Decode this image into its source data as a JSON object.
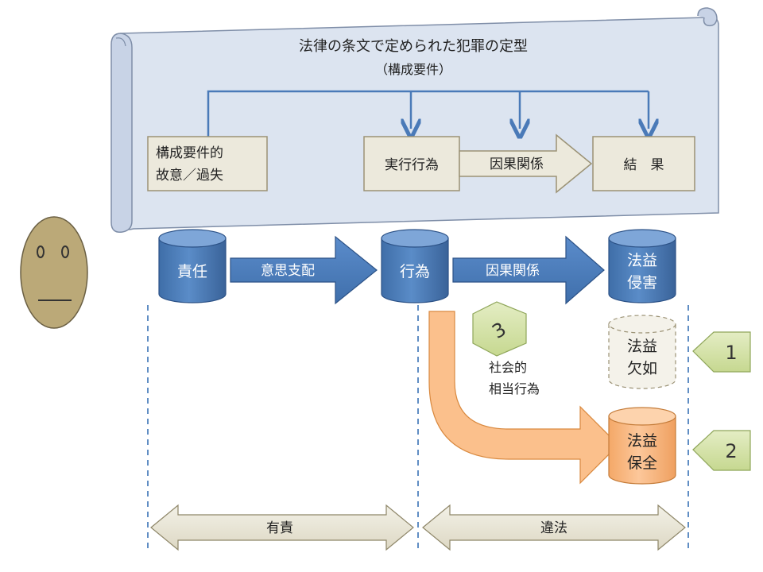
{
  "scroll": {
    "title": "法律の条文で定められた犯罪の定型",
    "subtitle": "（構成要件）",
    "intent_box": {
      "line1": "構成要件的",
      "line2": "故意／過失"
    },
    "act_box": "実行行為",
    "causation_label": "因果関係",
    "result_box": "結　果"
  },
  "main_flow": {
    "responsibility": "責任",
    "will_control": "意思支配",
    "act": "行為",
    "causation": "因果関係",
    "harm": {
      "line1": "法益",
      "line2": "侵害"
    }
  },
  "lacking": {
    "line1": "法益",
    "line2": "欠如"
  },
  "preserved": {
    "line1": "法益",
    "line2": "保全"
  },
  "social_adequacy": {
    "badge": "3",
    "line1": "社会的",
    "line2": "相当行為"
  },
  "markers": {
    "one": "1",
    "two": "2"
  },
  "bottom": {
    "culpability": "有責",
    "illegality": "違法"
  },
  "colors": {
    "scroll_fill": "#dce4f0",
    "blue": "#4f81bd",
    "blue_dark": "#2c5287",
    "beige": "#ece9dc",
    "beige_border": "#9b9275",
    "orange": "#fbc08c",
    "green": "#d5e3a8"
  }
}
